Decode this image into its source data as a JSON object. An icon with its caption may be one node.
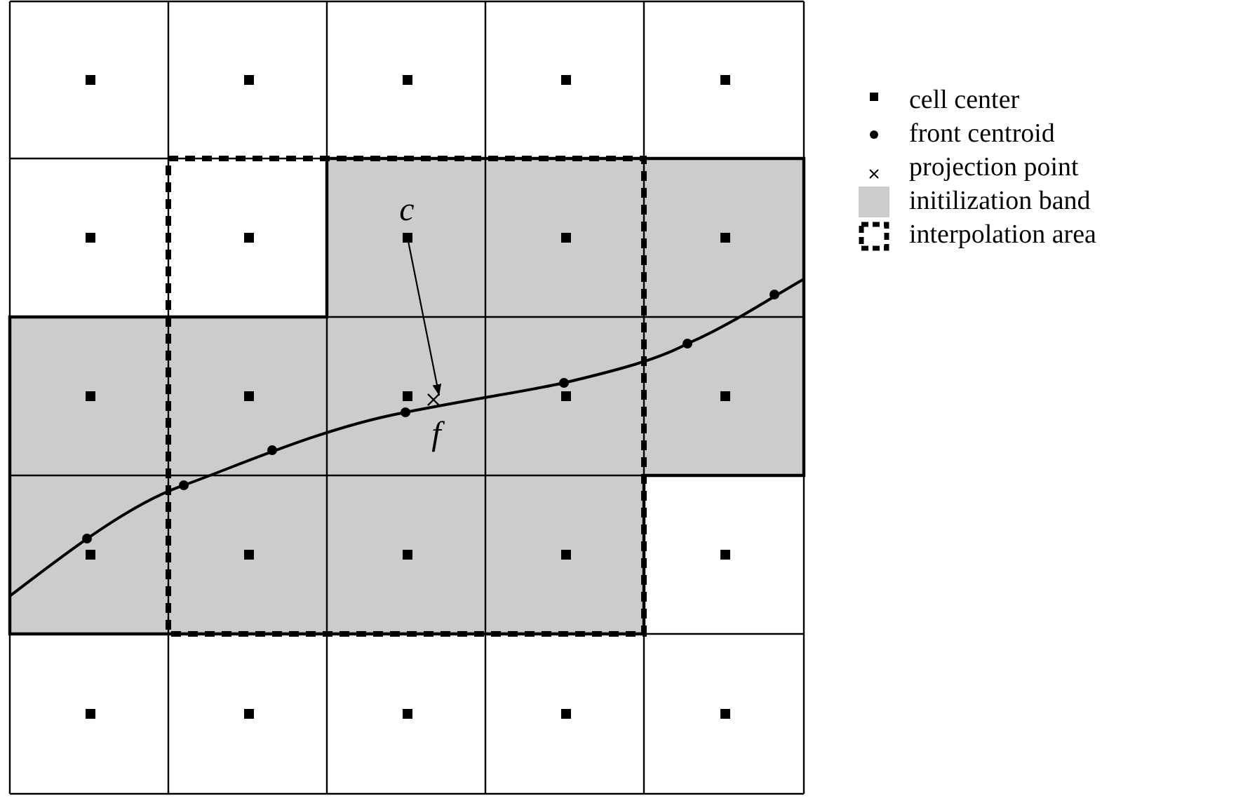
{
  "diagram": {
    "nodes": [
      {
        "text": [
          "c"
        ]
      },
      {
        "text": [
          "f"
        ]
      }
    ],
    "edges": [
      {
        "from": 0,
        "to": 1,
        "arrow": "to"
      }
    ],
    "legend": [
      {
        "text": "cell center"
      },
      {
        "text": "front centroid"
      },
      {
        "text": "projection point"
      },
      {
        "text": "initilization band",
        "color": "#cccccc"
      },
      {
        "text": "interpolation area"
      }
    ]
  }
}
